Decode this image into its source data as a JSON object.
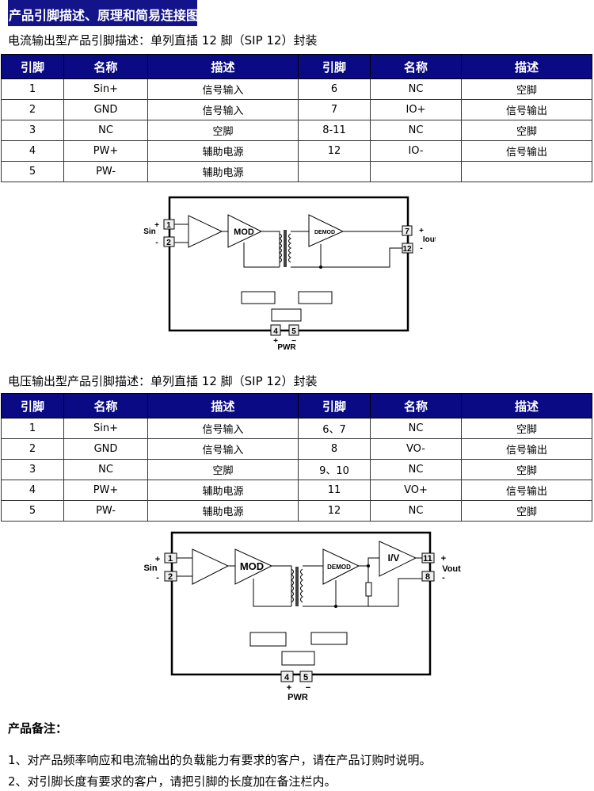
{
  "title": "产品引脚描述、原理和简易连接图",
  "section1": {
    "subtitle": "电流输出型产品引脚描述：单列直插 12 脚（SIP 12）封装",
    "headers": [
      "引脚",
      "名称",
      "描述",
      "引脚",
      "名称",
      "描述"
    ],
    "rows": [
      [
        "1",
        "Sin+",
        "信号输入",
        "6",
        "NC",
        "空脚"
      ],
      [
        "2",
        "GND",
        "信号输入",
        "7",
        "IO+",
        "信号输出"
      ],
      [
        "3",
        "NC",
        "空脚",
        "8-11",
        "NC",
        "空脚"
      ],
      [
        "4",
        "PW+",
        "辅助电源",
        "12",
        "IO-",
        "信号输出"
      ],
      [
        "5",
        "PW-",
        "辅助电源",
        "",
        "",
        " "
      ]
    ]
  },
  "diagram1": {
    "sin": "Sin",
    "out": "Iout",
    "pwr": "PWR",
    "mod": "MOD",
    "demod": "DEMOD",
    "pins": [
      "1",
      "2",
      "7",
      "12",
      "4",
      "5"
    ]
  },
  "section2": {
    "subtitle": "电压输出型产品引脚描述：单列直插 12 脚（SIP 12）封装",
    "headers": [
      "引脚",
      "名称",
      "描述",
      "引脚",
      "名称",
      "描述"
    ],
    "rows": [
      [
        "1",
        "Sin+",
        "信号输入",
        "6、7",
        "NC",
        "空脚"
      ],
      [
        "2",
        "GND",
        "信号输入",
        "8",
        "VO-",
        "信号输出"
      ],
      [
        "3",
        "NC",
        "空脚",
        "9、10",
        "NC",
        "空脚"
      ],
      [
        "4",
        "PW+",
        "辅助电源",
        "11",
        "VO+",
        "信号输出"
      ],
      [
        "5",
        "PW-",
        "辅助电源",
        "12",
        "NC",
        "空脚"
      ]
    ]
  },
  "diagram2": {
    "sin": "Sin",
    "out": "Vout",
    "pwr": "PWR",
    "mod": "MOD",
    "demod": "DEMOD",
    "iv": "I/V",
    "pins": [
      "1",
      "2",
      "11",
      "8",
      "4",
      "5"
    ]
  },
  "notes": {
    "heading": "产品备注：",
    "items": [
      "1、对产品频率响应和电流输出的负载能力有要求的客户，请在产品订购时说明。",
      "2、对引脚长度有要求的客户，请把引脚的长度加在备注栏内。"
    ]
  }
}
